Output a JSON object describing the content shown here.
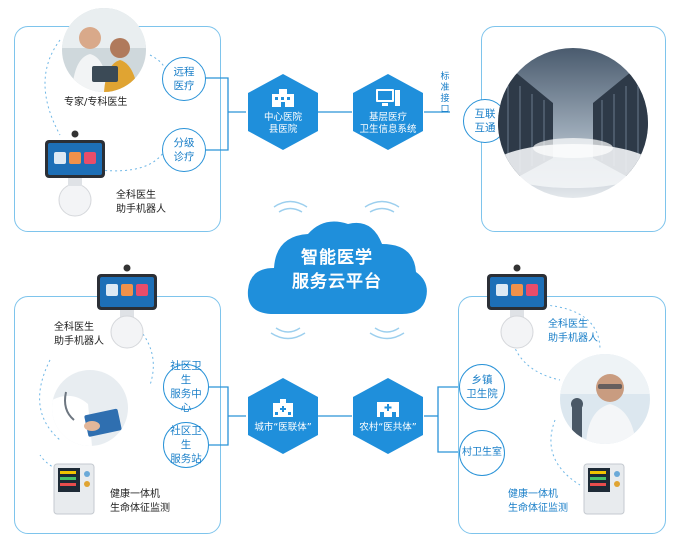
{
  "cloud": {
    "line1": "智能医学",
    "line2": "服务云平台"
  },
  "top_left": {
    "doctor_label": "专家/专科医生",
    "robot_label_1": "全科医生",
    "robot_label_2": "助手机器人",
    "circle_1": "远程\n医疗",
    "circle_2": "分级\n诊疗"
  },
  "top_right": {
    "vertical_label": "标准接口",
    "circle": "互联\n互通"
  },
  "hex_top_1": {
    "icon": "hospital-building-icon",
    "line1": "中心医院",
    "line2": "县医院"
  },
  "hex_top_2": {
    "icon": "computer-icon",
    "line1": "基层医疗",
    "line2": "卫生信息系统"
  },
  "hex_bottom_1": {
    "icon": "hospital-icon",
    "line1": "城市“医联体”"
  },
  "hex_bottom_2": {
    "icon": "clinic-icon",
    "line1": "农村“医共体”"
  },
  "bottom_left": {
    "robot_label_1": "全科医生",
    "robot_label_2": "助手机器人",
    "device_label_1": "健康一体机",
    "device_label_2": "生命体征监测",
    "circle_1": "社区卫生\n服务中心",
    "circle_2": "社区卫生\n服务站"
  },
  "bottom_right": {
    "robot_label_1": "全科医生",
    "robot_label_2": "助手机器人",
    "device_label_1": "健康一体机",
    "device_label_2": "生命体征监测",
    "circle_1": "乡镇\n卫生院",
    "circle_2": "村卫生室"
  },
  "colors": {
    "accent": "#1a8fd6",
    "hex_fill": "#1f8fdb",
    "border": "#7ec4ec",
    "dash": "#6fb7e6"
  }
}
